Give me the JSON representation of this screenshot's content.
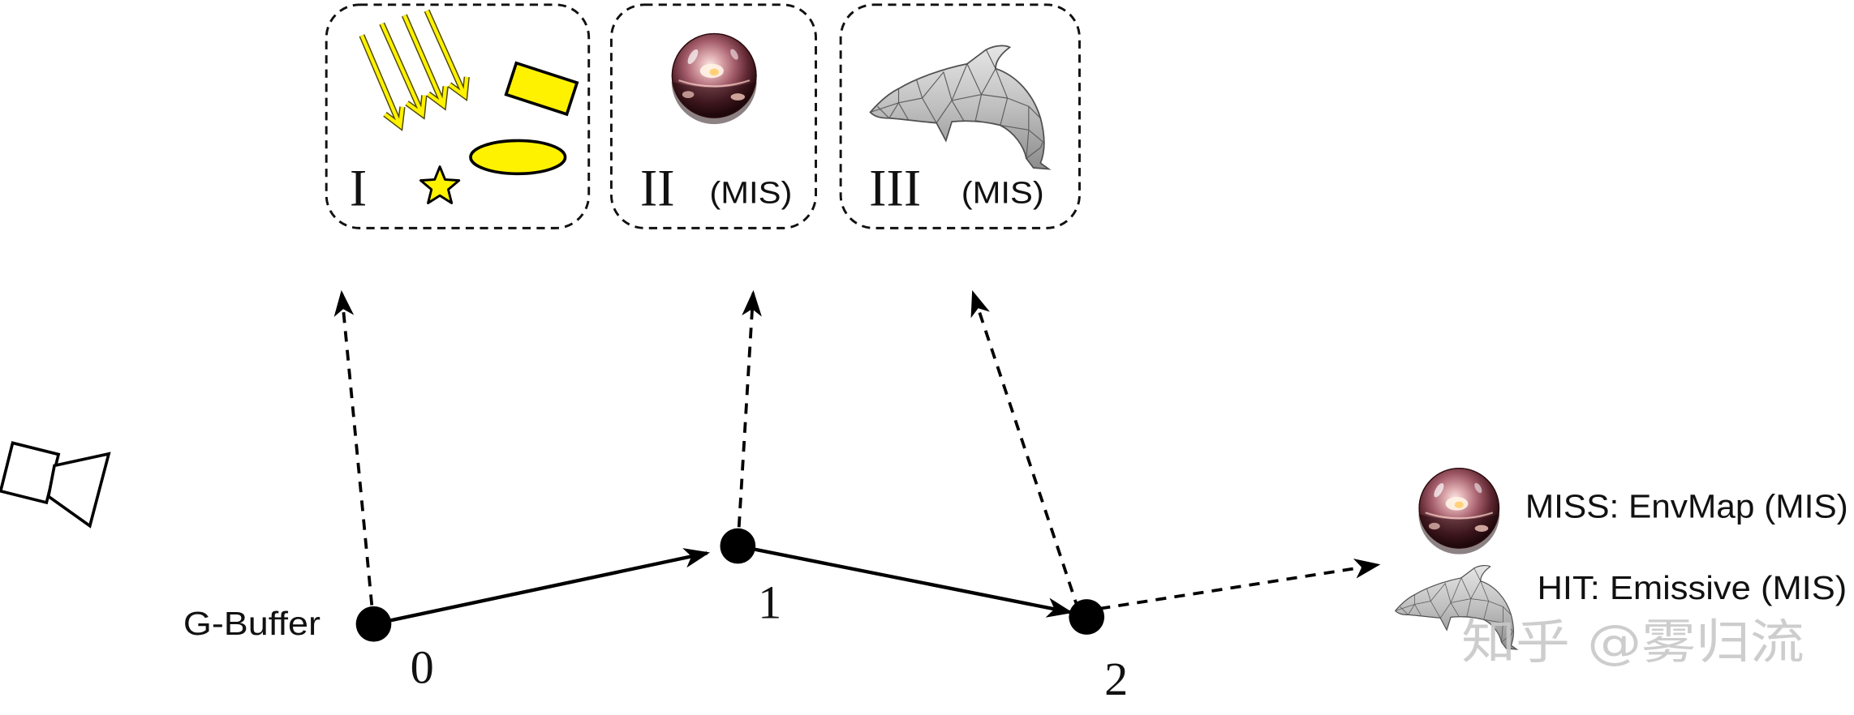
{
  "light_groups": [
    {
      "numeral": "I",
      "icons": [
        "light-ray-arrows-icon",
        "rectangle-light-icon",
        "ellipse-light-icon",
        "star-light-icon"
      ]
    },
    {
      "numeral": "II",
      "tag": "(MIS)",
      "icons": [
        "chrome-sphere-icon"
      ]
    },
    {
      "numeral": "III",
      "tag": "(MIS)",
      "icons": [
        "dolphin-mesh-icon"
      ]
    }
  ],
  "camera": {
    "icon": "camera-icon"
  },
  "path": {
    "start_label": "G-Buffer",
    "vertex_labels": [
      "0",
      "1",
      "2"
    ]
  },
  "legend": [
    {
      "icon": "chrome-sphere-icon",
      "text": "MISS: EnvMap (MIS)"
    },
    {
      "icon": "dolphin-mesh-icon",
      "text": "HIT: Emissive (MIS)"
    }
  ],
  "watermark": "知乎 @雾归流",
  "colors": {
    "light_yellow": "#FFF200",
    "ink": "#000000",
    "watermark": "#C8C8C8"
  }
}
